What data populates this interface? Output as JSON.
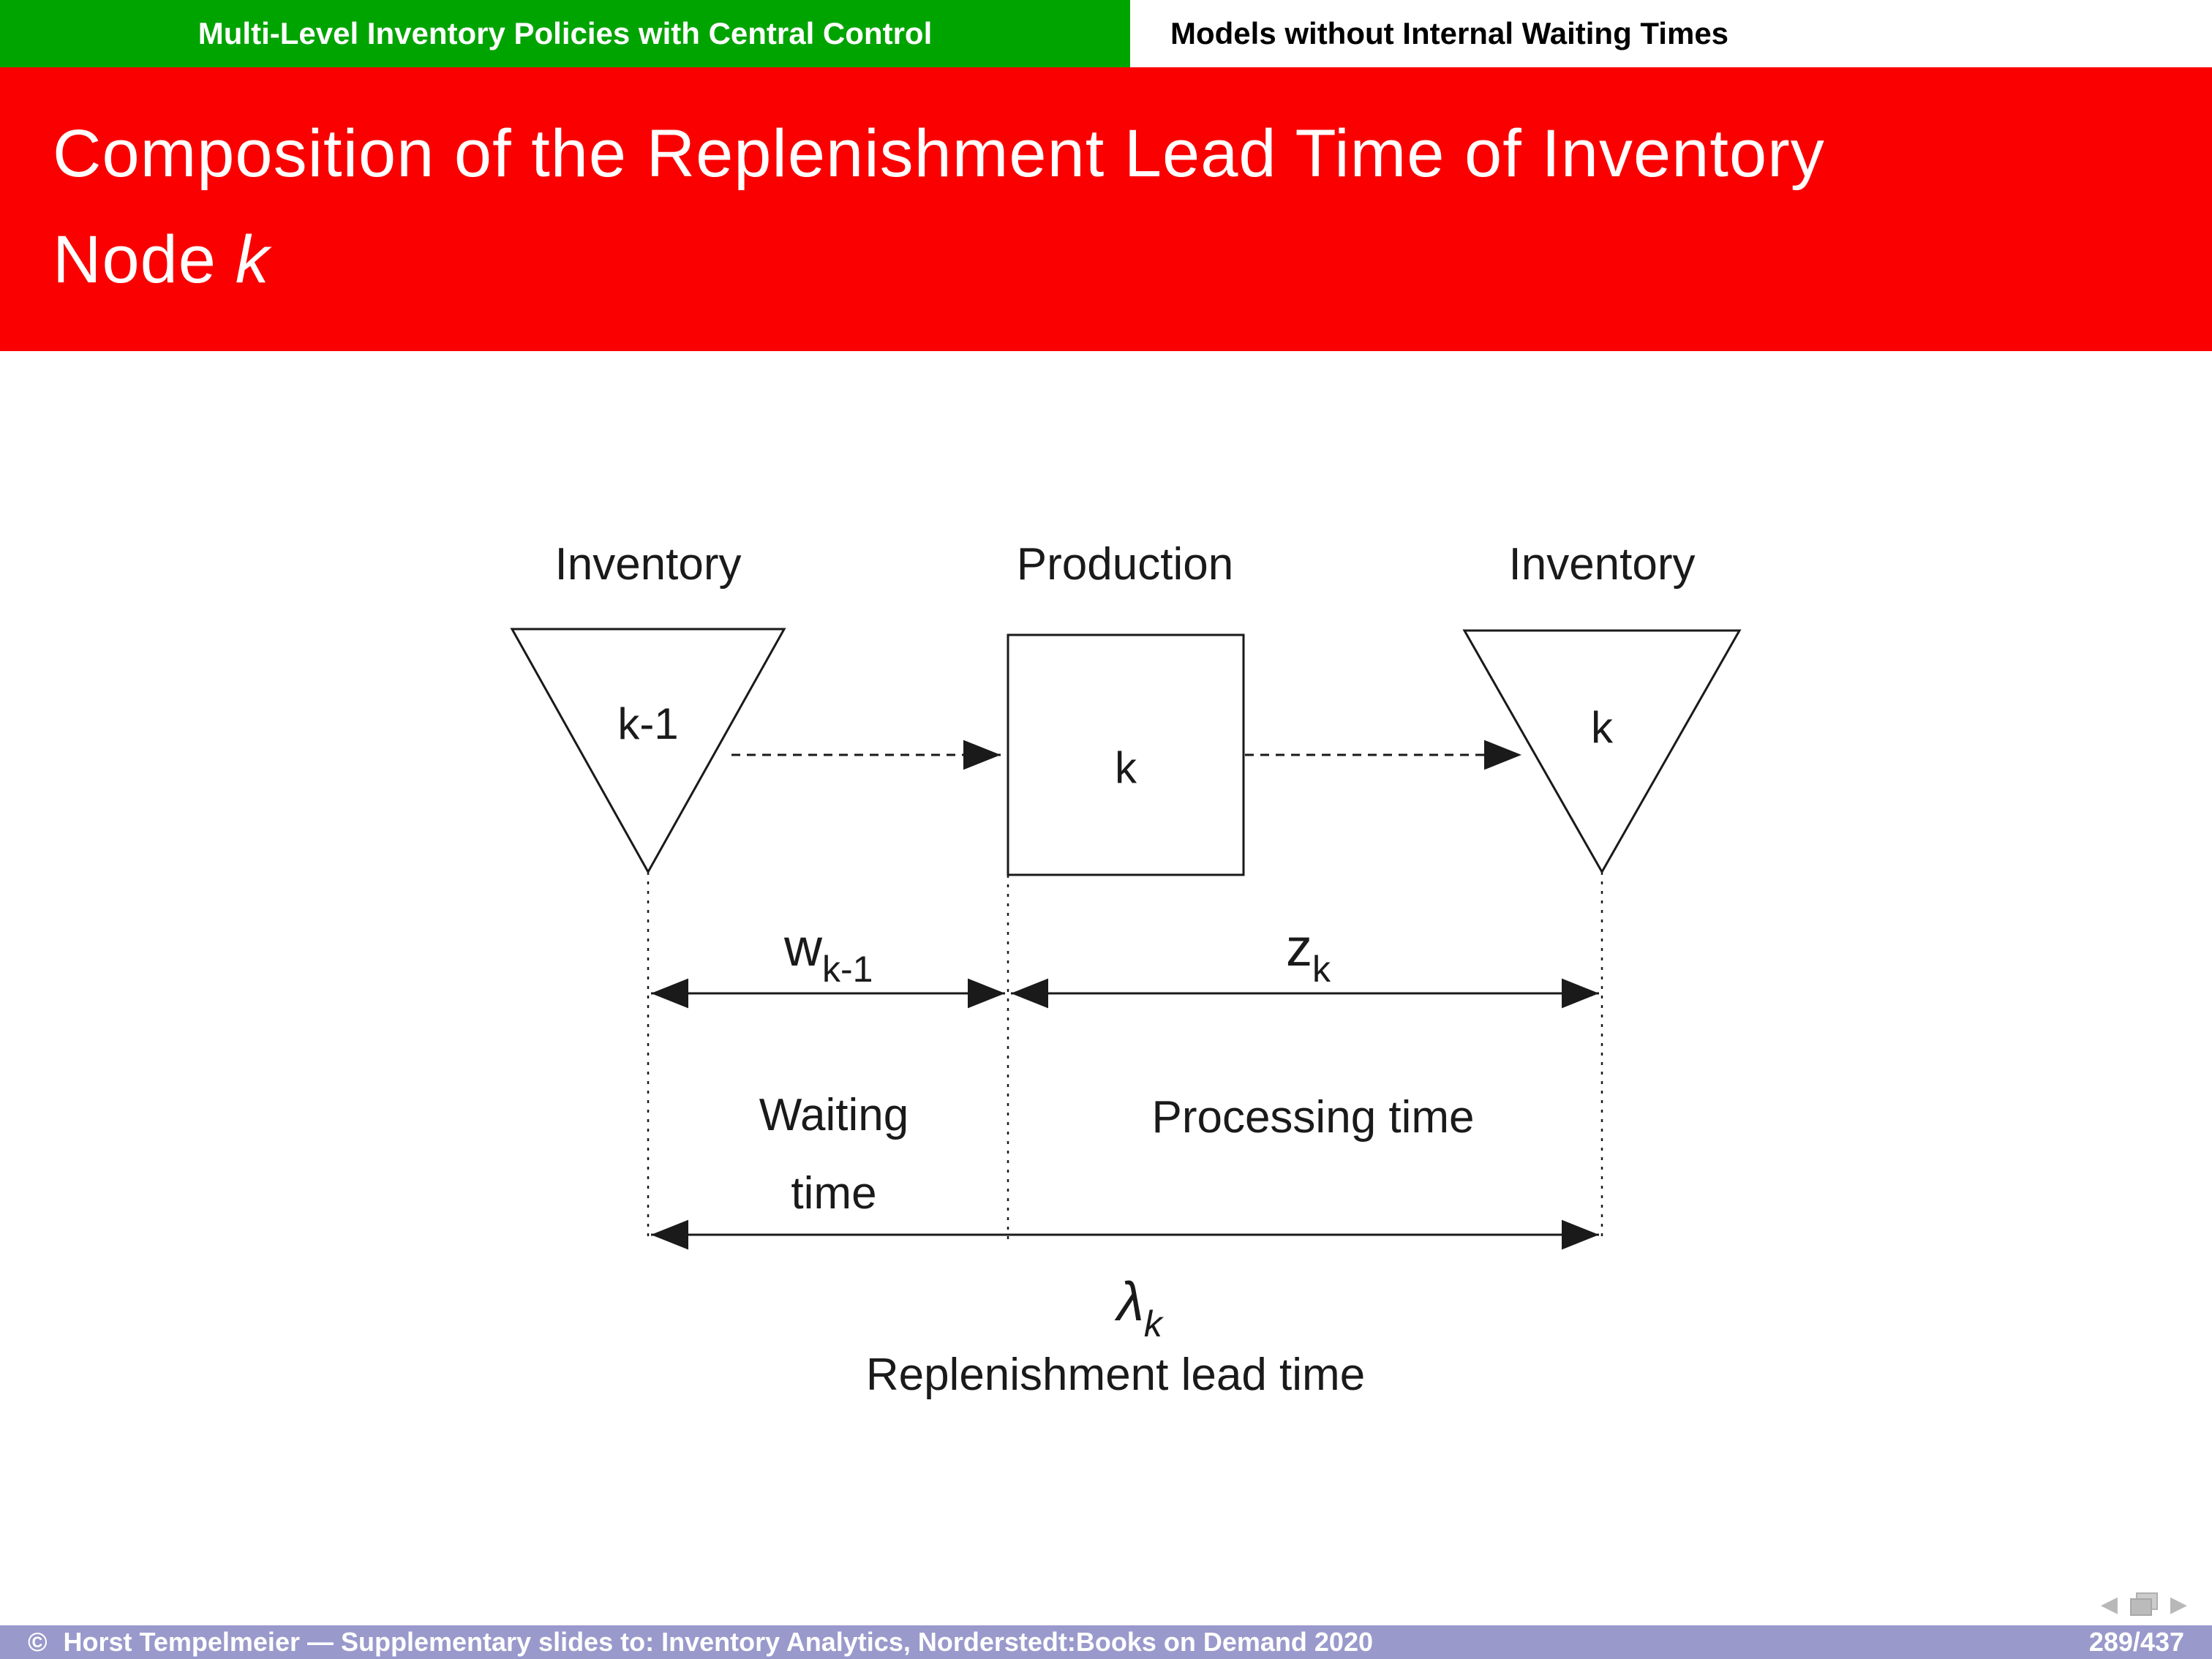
{
  "header": {
    "left_title": "Multi-Level Inventory Policies with Central Control",
    "right_title": "Models without Internal Waiting Times"
  },
  "title": {
    "line1": "Composition of the Replenishment Lead Time of Inventory",
    "line2_text": "Node",
    "line2_math": "k"
  },
  "diagram": {
    "top_labels": {
      "left": "Inventory",
      "center": "Production",
      "right": "Inventory"
    },
    "nodes": {
      "upstream_inventory": "k-1",
      "production": "k",
      "downstream_inventory": "k"
    },
    "waiting": {
      "symbol": "w",
      "subscript": "k-1",
      "label_line1": "Waiting",
      "label_line2": "time"
    },
    "processing": {
      "symbol": "z",
      "subscript": "k",
      "label": "Processing time"
    },
    "lead": {
      "symbol": "λ",
      "subscript": "k",
      "label": "Replenishment lead time"
    }
  },
  "footer": {
    "copyright_symbol": "©",
    "text": "Horst Tempelmeier — Supplementary slides to: Inventory Analytics, Norderstedt:Books on Demand 2020",
    "page_indicator": "289/437"
  },
  "colors": {
    "header_green": "#00a400",
    "banner_red": "#fb0000",
    "footer_purple": "#9999cc"
  }
}
